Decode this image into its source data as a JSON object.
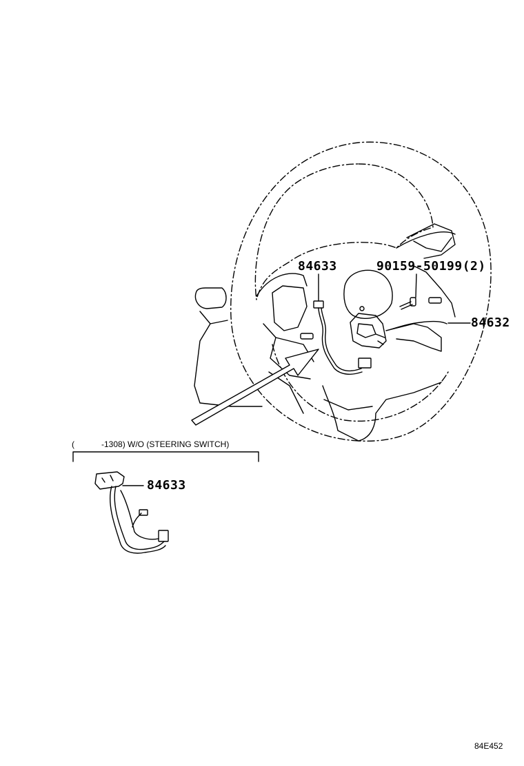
{
  "labels": {
    "harness_main": "84633",
    "screw": "90159-50199",
    "screw_qty": "(2)",
    "switch": "84632",
    "harness_variant": "84633"
  },
  "variant_note": {
    "open_paren": "(",
    "text": "-1308) W/O (STEERING SWITCH)"
  },
  "figure_code": "84E452"
}
